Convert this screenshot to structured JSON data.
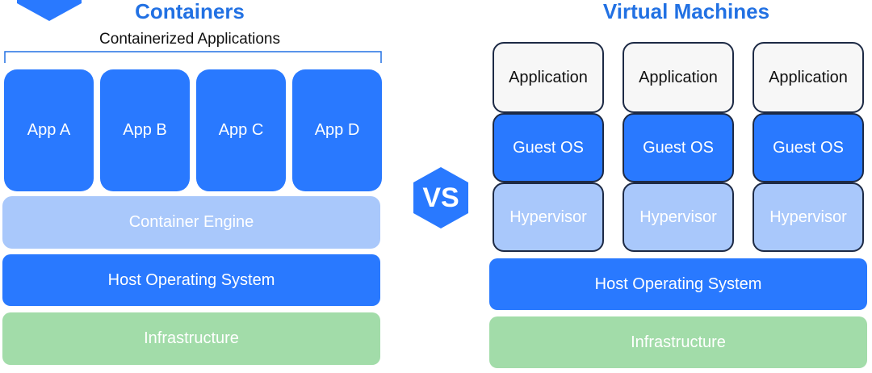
{
  "containers": {
    "title": "Containers",
    "subtitle": "Containerized Applications",
    "apps": [
      "App A",
      "App B",
      "App C",
      "App D"
    ],
    "engine": "Container Engine",
    "host_os": "Host Operating System",
    "infrastructure": "Infrastructure",
    "icon": "container-icon"
  },
  "vs_label": "VS",
  "virtual_machines": {
    "title": "Virtual Machines",
    "vms": [
      {
        "application": "Application",
        "guest_os": "Guest OS",
        "hypervisor": "Hypervisor"
      },
      {
        "application": "Application",
        "guest_os": "Guest OS",
        "hypervisor": "Hypervisor"
      },
      {
        "application": "Application",
        "guest_os": "Guest OS",
        "hypervisor": "Hypervisor"
      }
    ],
    "host_os": "Host Operating System",
    "infrastructure": "Infrastructure"
  },
  "colors": {
    "accent": "#2271e3",
    "app_blue": "#2979ff",
    "light_blue": "#a9c8fb",
    "green": "#a2dca9",
    "dark_outline": "#1d2a45"
  }
}
